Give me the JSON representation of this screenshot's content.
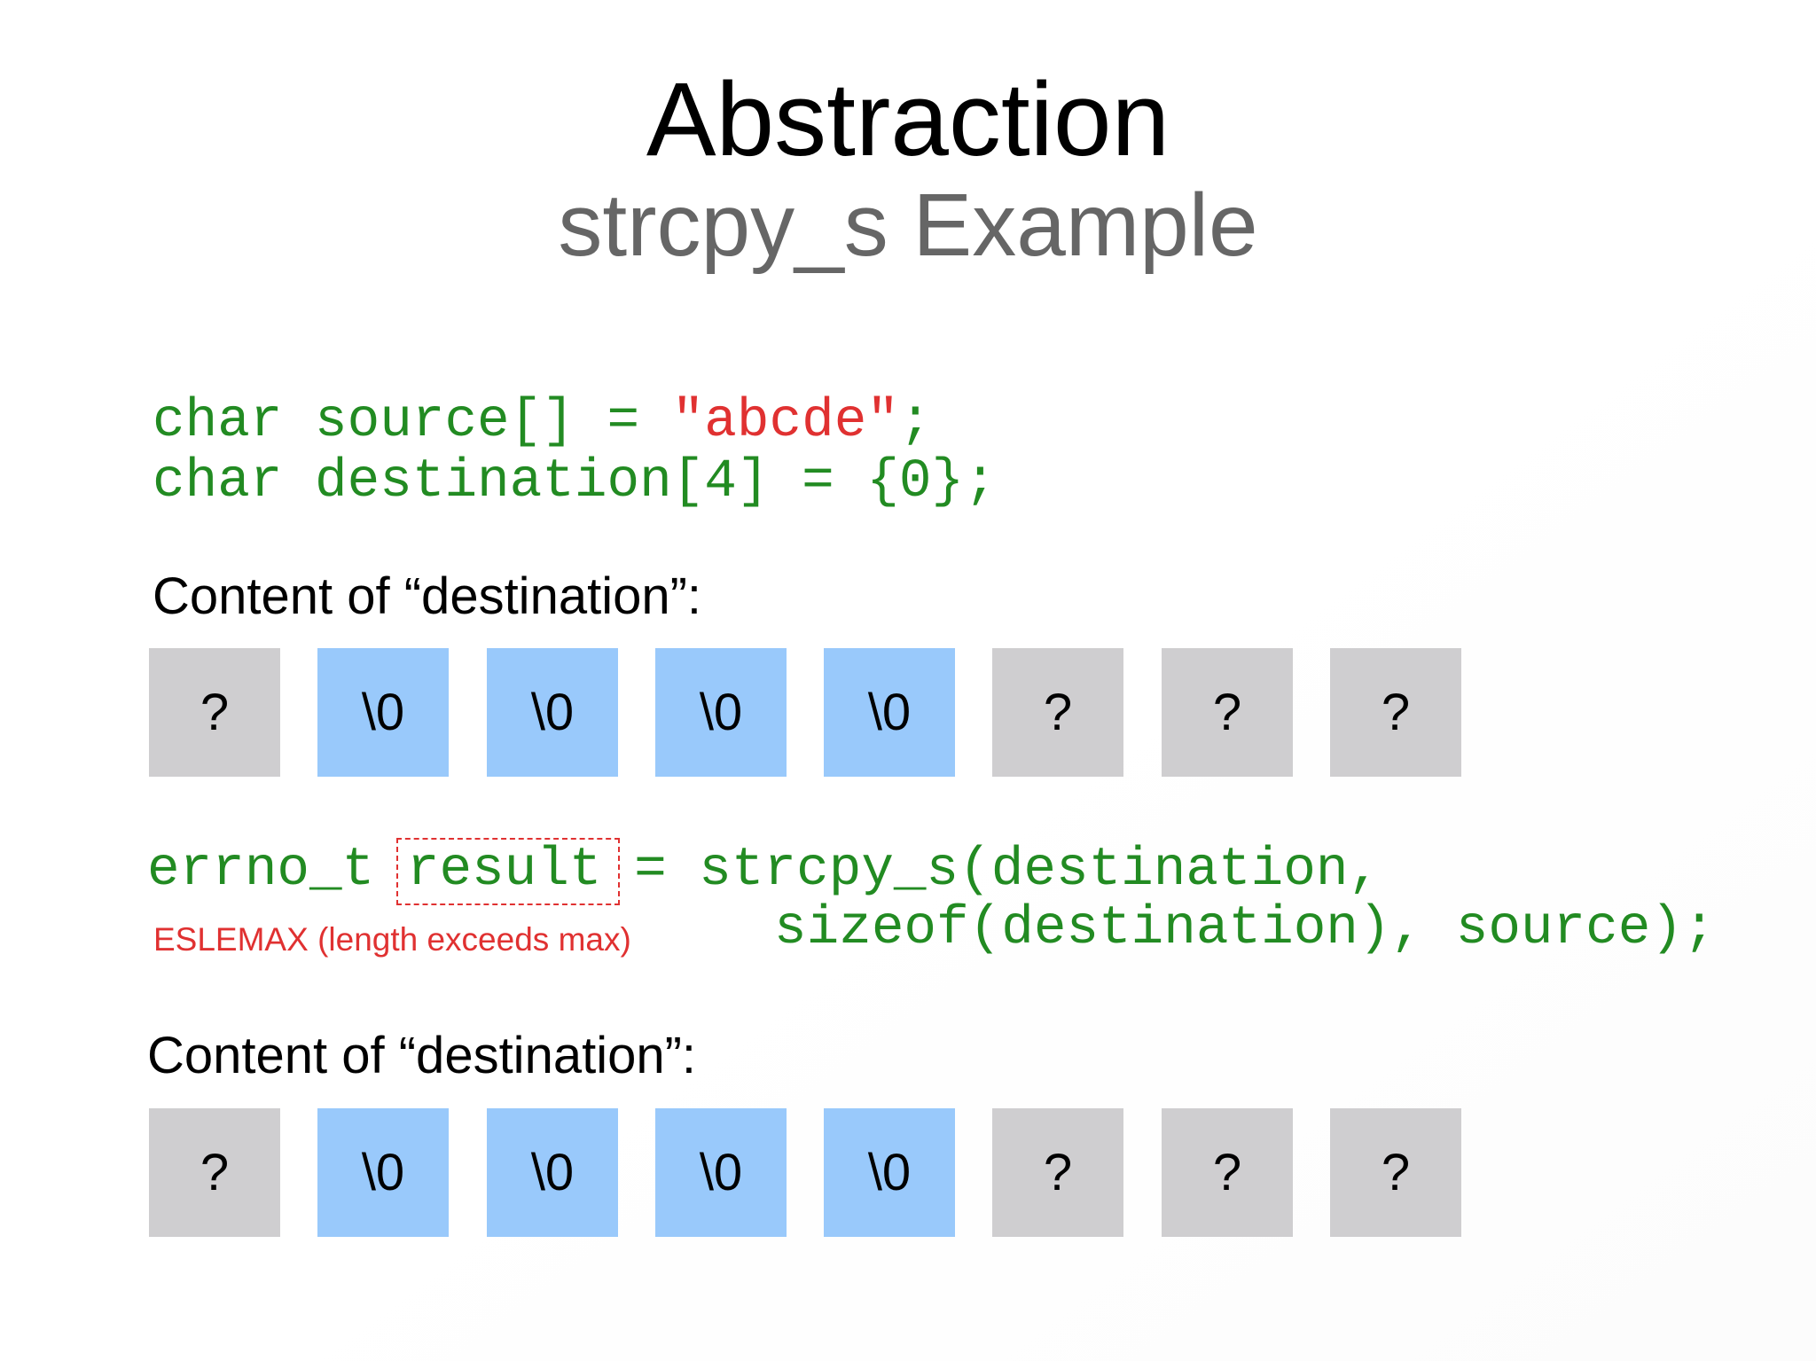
{
  "title": "Abstraction",
  "subtitle": "strcpy_s Example",
  "code_block_1": {
    "line1_prefix": "char source[] = ",
    "line1_string": "\"abcde\"",
    "line1_suffix": ";",
    "line2": "char destination[4] = {0};"
  },
  "section_1_label": "Content of “destination”:",
  "cells_before": [
    "?",
    "\\0",
    "\\0",
    "\\0",
    "\\0",
    "?",
    "?",
    "?"
  ],
  "code_block_2": {
    "line1": "errno_t result = strcpy_s(destination,",
    "line2": "sizeof(destination), source);"
  },
  "result_annotation": "ESLEMAX (length exceeds max)",
  "section_2_label": "Content of “destination”:",
  "cells_after": [
    "?",
    "\\0",
    "\\0",
    "\\0",
    "\\0",
    "?",
    "?",
    "?"
  ],
  "colors": {
    "code_green": "#228b22",
    "string_red": "#e03131",
    "cell_unknown": "#cfced0",
    "cell_null": "#99c9fb",
    "subtitle_gray": "#666666"
  }
}
